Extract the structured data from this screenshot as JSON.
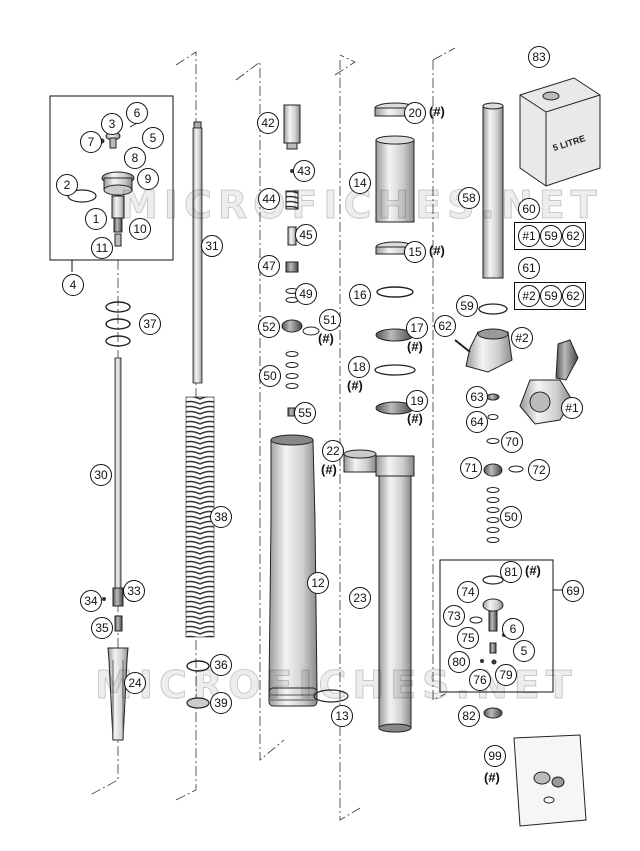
{
  "diagram": {
    "watermark": "MICROFICHES.NET",
    "hash_tag": "(#)",
    "can_text": "5 LITRE",
    "kit_60": [
      "#1",
      "59",
      "62"
    ],
    "kit_61": [
      "#2",
      "59",
      "62"
    ],
    "clamp_labels": [
      "#1",
      "#2"
    ],
    "callouts": [
      {
        "id": "c1",
        "n": "1"
      },
      {
        "id": "c2",
        "n": "2"
      },
      {
        "id": "c3",
        "n": "3"
      },
      {
        "id": "c4",
        "n": "4"
      },
      {
        "id": "c5",
        "n": "5"
      },
      {
        "id": "c6",
        "n": "6"
      },
      {
        "id": "c7",
        "n": "7"
      },
      {
        "id": "c8",
        "n": "8"
      },
      {
        "id": "c9",
        "n": "9"
      },
      {
        "id": "c10",
        "n": "10"
      },
      {
        "id": "c11",
        "n": "11"
      },
      {
        "id": "c12",
        "n": "12"
      },
      {
        "id": "c13",
        "n": "13"
      },
      {
        "id": "c14",
        "n": "14"
      },
      {
        "id": "c15",
        "n": "15"
      },
      {
        "id": "c16",
        "n": "16"
      },
      {
        "id": "c17",
        "n": "17"
      },
      {
        "id": "c18",
        "n": "18"
      },
      {
        "id": "c19",
        "n": "19"
      },
      {
        "id": "c20",
        "n": "20"
      },
      {
        "id": "c22",
        "n": "22"
      },
      {
        "id": "c23",
        "n": "23"
      },
      {
        "id": "c24",
        "n": "24"
      },
      {
        "id": "c30",
        "n": "30"
      },
      {
        "id": "c31",
        "n": "31"
      },
      {
        "id": "c33",
        "n": "33"
      },
      {
        "id": "c34",
        "n": "34"
      },
      {
        "id": "c35",
        "n": "35"
      },
      {
        "id": "c36",
        "n": "36"
      },
      {
        "id": "c37",
        "n": "37"
      },
      {
        "id": "c38",
        "n": "38"
      },
      {
        "id": "c39",
        "n": "39"
      },
      {
        "id": "c42",
        "n": "42"
      },
      {
        "id": "c43",
        "n": "43"
      },
      {
        "id": "c44",
        "n": "44"
      },
      {
        "id": "c45",
        "n": "45"
      },
      {
        "id": "c47",
        "n": "47"
      },
      {
        "id": "c49",
        "n": "49"
      },
      {
        "id": "c50a",
        "n": "50"
      },
      {
        "id": "c51",
        "n": "51"
      },
      {
        "id": "c52",
        "n": "52"
      },
      {
        "id": "c55",
        "n": "55"
      },
      {
        "id": "c58",
        "n": "58"
      },
      {
        "id": "c59",
        "n": "59"
      },
      {
        "id": "c60",
        "n": "60"
      },
      {
        "id": "c61",
        "n": "61"
      },
      {
        "id": "c62",
        "n": "62"
      },
      {
        "id": "c63",
        "n": "63"
      },
      {
        "id": "c64",
        "n": "64"
      },
      {
        "id": "c69",
        "n": "69"
      },
      {
        "id": "c70",
        "n": "70"
      },
      {
        "id": "c71",
        "n": "71"
      },
      {
        "id": "c72",
        "n": "72"
      },
      {
        "id": "c50b",
        "n": "50"
      },
      {
        "id": "c73",
        "n": "73"
      },
      {
        "id": "c74",
        "n": "74"
      },
      {
        "id": "c75",
        "n": "75"
      },
      {
        "id": "c6b",
        "n": "6"
      },
      {
        "id": "c5b",
        "n": "5"
      },
      {
        "id": "c76",
        "n": "76"
      },
      {
        "id": "c79",
        "n": "79"
      },
      {
        "id": "c80",
        "n": "80"
      },
      {
        "id": "c81",
        "n": "81"
      },
      {
        "id": "c82",
        "n": "82"
      },
      {
        "id": "c83",
        "n": "83"
      },
      {
        "id": "c99",
        "n": "99"
      }
    ]
  }
}
